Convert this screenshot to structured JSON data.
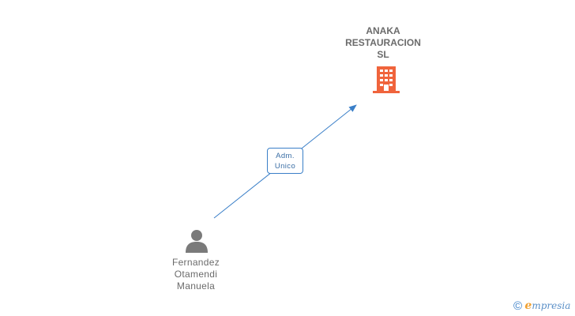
{
  "company": {
    "name_lines": [
      "ANAKA",
      "RESTAURACION",
      "SL"
    ],
    "icon": "building-icon",
    "color": "#f0643c"
  },
  "person": {
    "name_lines": [
      "Fernandez",
      "Otamendi",
      "Manuela"
    ],
    "icon": "person-icon",
    "color": "#7a7a7a"
  },
  "relation": {
    "label_lines": [
      "Adm.",
      "Unico"
    ],
    "color": "#3a7fc8"
  },
  "footer": {
    "copyright_symbol": "©",
    "brand_first": "e",
    "brand_rest": "mpresia"
  }
}
